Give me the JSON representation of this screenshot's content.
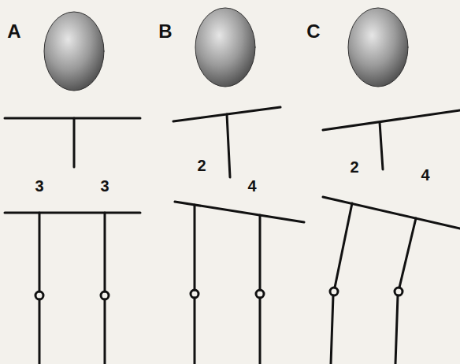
{
  "diagram": {
    "labels": [
      "A",
      "B",
      "C",
      "3",
      "3",
      "2",
      "4",
      "2",
      "4"
    ]
  }
}
